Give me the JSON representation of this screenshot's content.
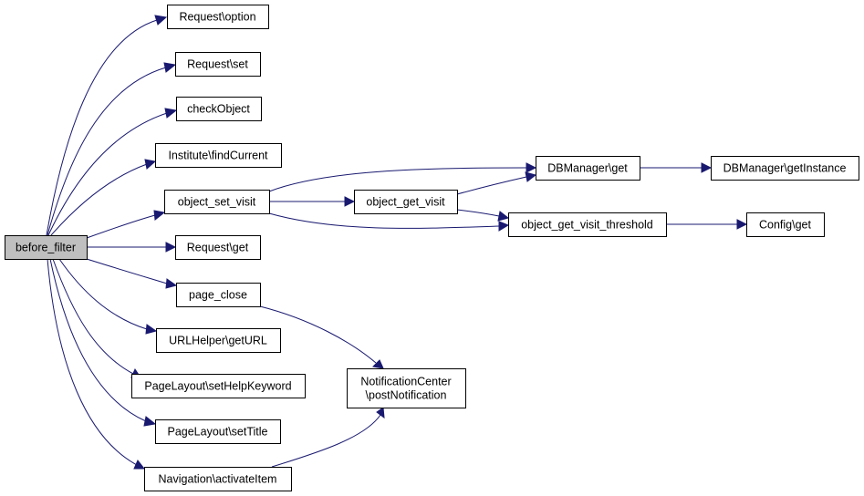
{
  "graph": {
    "edge_color": "#191970",
    "root_fill": "#bfbfbf",
    "nodes": [
      {
        "id": "before_filter",
        "label": "before_filter",
        "root": true
      },
      {
        "id": "request_option",
        "label": "Request\\option"
      },
      {
        "id": "request_set",
        "label": "Request\\set"
      },
      {
        "id": "check_object",
        "label": "checkObject"
      },
      {
        "id": "institute_find_current",
        "label": "Institute\\findCurrent"
      },
      {
        "id": "object_set_visit",
        "label": "object_set_visit"
      },
      {
        "id": "request_get",
        "label": "Request\\get"
      },
      {
        "id": "page_close",
        "label": "page_close"
      },
      {
        "id": "urlhelper_geturl",
        "label": "URLHelper\\getURL"
      },
      {
        "id": "pagelayout_sethelpkeyword",
        "label": "PageLayout\\setHelpKeyword"
      },
      {
        "id": "pagelayout_settitle",
        "label": "PageLayout\\setTitle"
      },
      {
        "id": "navigation_activateitem",
        "label": "Navigation\\activateItem"
      },
      {
        "id": "object_get_visit",
        "label": "object_get_visit"
      },
      {
        "id": "dbmanager_get",
        "label": "DBManager\\get"
      },
      {
        "id": "object_get_visit_threshold",
        "label": "object_get_visit_threshold"
      },
      {
        "id": "dbmanager_getinstance",
        "label": "DBManager\\getInstance"
      },
      {
        "id": "config_get",
        "label": "Config\\get"
      },
      {
        "id": "notificationcenter_postnotification",
        "label": [
          "NotificationCenter",
          "\\postNotification"
        ]
      }
    ],
    "edges": [
      {
        "from": "before_filter",
        "to": "request_option"
      },
      {
        "from": "before_filter",
        "to": "request_set"
      },
      {
        "from": "before_filter",
        "to": "check_object"
      },
      {
        "from": "before_filter",
        "to": "institute_find_current"
      },
      {
        "from": "before_filter",
        "to": "object_set_visit"
      },
      {
        "from": "before_filter",
        "to": "request_get"
      },
      {
        "from": "before_filter",
        "to": "page_close"
      },
      {
        "from": "before_filter",
        "to": "urlhelper_geturl"
      },
      {
        "from": "before_filter",
        "to": "pagelayout_sethelpkeyword"
      },
      {
        "from": "before_filter",
        "to": "pagelayout_settitle"
      },
      {
        "from": "before_filter",
        "to": "navigation_activateitem"
      },
      {
        "from": "object_set_visit",
        "to": "dbmanager_get"
      },
      {
        "from": "object_set_visit",
        "to": "object_get_visit"
      },
      {
        "from": "object_set_visit",
        "to": "object_get_visit_threshold"
      },
      {
        "from": "object_get_visit",
        "to": "dbmanager_get"
      },
      {
        "from": "object_get_visit",
        "to": "object_get_visit_threshold"
      },
      {
        "from": "dbmanager_get",
        "to": "dbmanager_getinstance"
      },
      {
        "from": "object_get_visit_threshold",
        "to": "config_get"
      },
      {
        "from": "page_close",
        "to": "notificationcenter_postnotification"
      },
      {
        "from": "navigation_activateitem",
        "to": "notificationcenter_postnotification"
      }
    ]
  }
}
